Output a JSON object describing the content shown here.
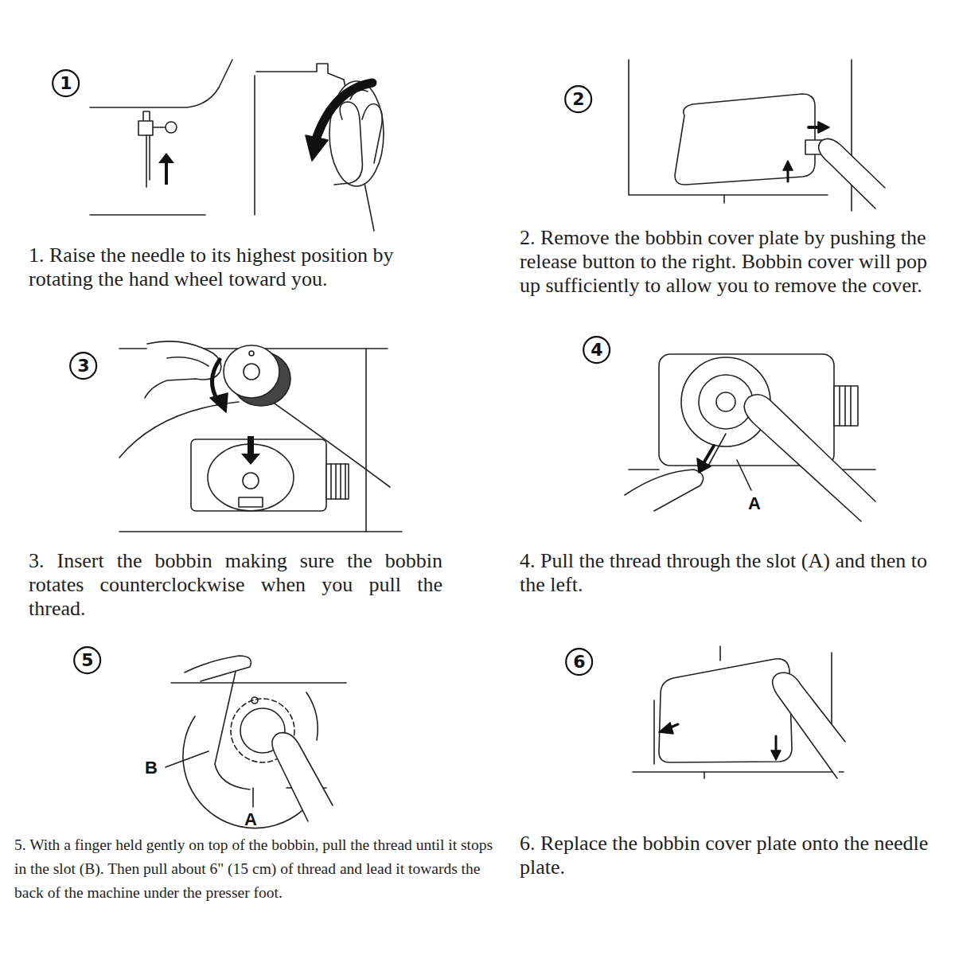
{
  "diagram": {
    "nodes": [
      {
        "text": [
          "1"
        ]
      },
      {
        "text": [
          "2"
        ]
      },
      {
        "text": [
          "3"
        ]
      },
      {
        "text": [
          "4"
        ]
      },
      {
        "text": [
          "5"
        ]
      },
      {
        "text": [
          "6"
        ]
      }
    ],
    "edges": [],
    "labels": [
      "1. Raise the needle to its highest position by rotating the hand wheel toward you.",
      "2. Remove the bobbin cover plate by pushing the release button to the right. Bobbin cover will pop up sufficiently to allow you to remove the cover.",
      "3. Insert the bobbin making sure the bobbin rotates counterclockwise when you pull the thread.",
      "4. Pull the thread through the slot (A) and then to the left.",
      "A",
      "B",
      "A",
      "5. With a finger held gently on top of the bobbin, pull the thread until it stops in the slot (B). Then pull about 6\" (15 cm) of thread and lead it towards the back of the machine under the presser foot.",
      "6. Replace the bobbin cover plate onto the needle plate."
    ]
  }
}
